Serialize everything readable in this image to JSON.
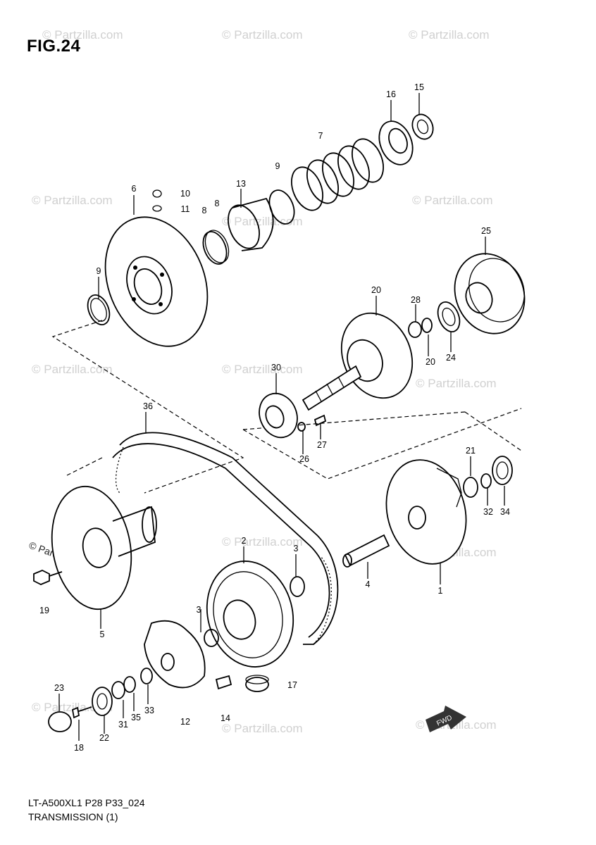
{
  "figure_title": "FIG.24",
  "footer": {
    "code": "LT-A500XL1 P28 P33_024",
    "section": "TRANSMISSION (1)"
  },
  "watermark": "© Partzilla.com",
  "fwd_mark": "FWD",
  "callouts": [
    "1",
    "2",
    "3",
    "3",
    "4",
    "5",
    "6",
    "7",
    "8",
    "8",
    "9",
    "9",
    "10",
    "11",
    "12",
    "13",
    "14",
    "15",
    "16",
    "17",
    "18",
    "19",
    "20",
    "20",
    "21",
    "22",
    "23",
    "24",
    "25",
    "26",
    "27",
    "28",
    "30",
    "31",
    "32",
    "33",
    "34",
    "35",
    "36"
  ]
}
